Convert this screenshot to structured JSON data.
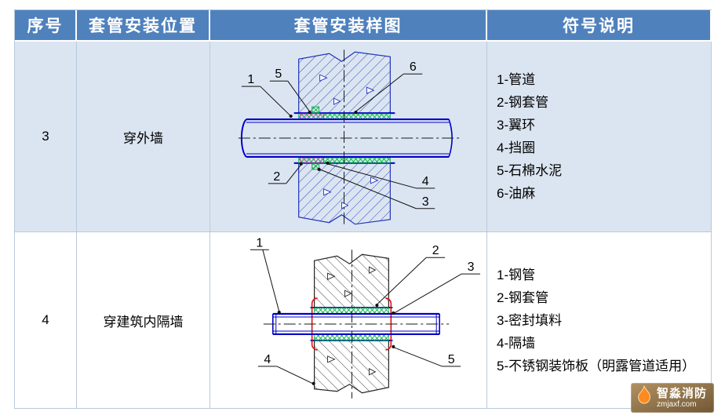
{
  "header": {
    "columns": [
      "序号",
      "套管安装位置",
      "套管安装样图",
      "符号说明"
    ]
  },
  "rows": [
    {
      "index": "3",
      "location": "穿外墙",
      "legend": [
        "1-管道",
        "2-钢套管",
        "3-翼环",
        "4-挡圈",
        "5-石棉水泥",
        "6-油麻"
      ],
      "callouts": {
        "c1": "1",
        "c2": "2",
        "c3": "3",
        "c4": "4",
        "c5": "5",
        "c6": "6"
      }
    },
    {
      "index": "4",
      "location": "穿建筑内隔墙",
      "legend": [
        "1-钢管",
        "2-钢套管",
        "3-密封填料",
        "4-隔墙",
        "5-不锈钢装饰板（明露管道适用）"
      ],
      "callouts": {
        "c1": "1",
        "c2": "2",
        "c3": "3",
        "c4": "4",
        "c5": "5"
      }
    }
  ],
  "watermark": {
    "title": "智淼消防",
    "url": "zmjaxf.com"
  },
  "colors": {
    "header_bg": "#4f81bd",
    "band_bg": "#dbe5f1",
    "pipe_blue": "#0000c8",
    "wall_hatch_blue": "#2233bb",
    "wall_hatch_dark": "#333333",
    "ring_green": "#00b33c",
    "seal_pink": "#ff33cc",
    "plate_red": "#e01010"
  }
}
